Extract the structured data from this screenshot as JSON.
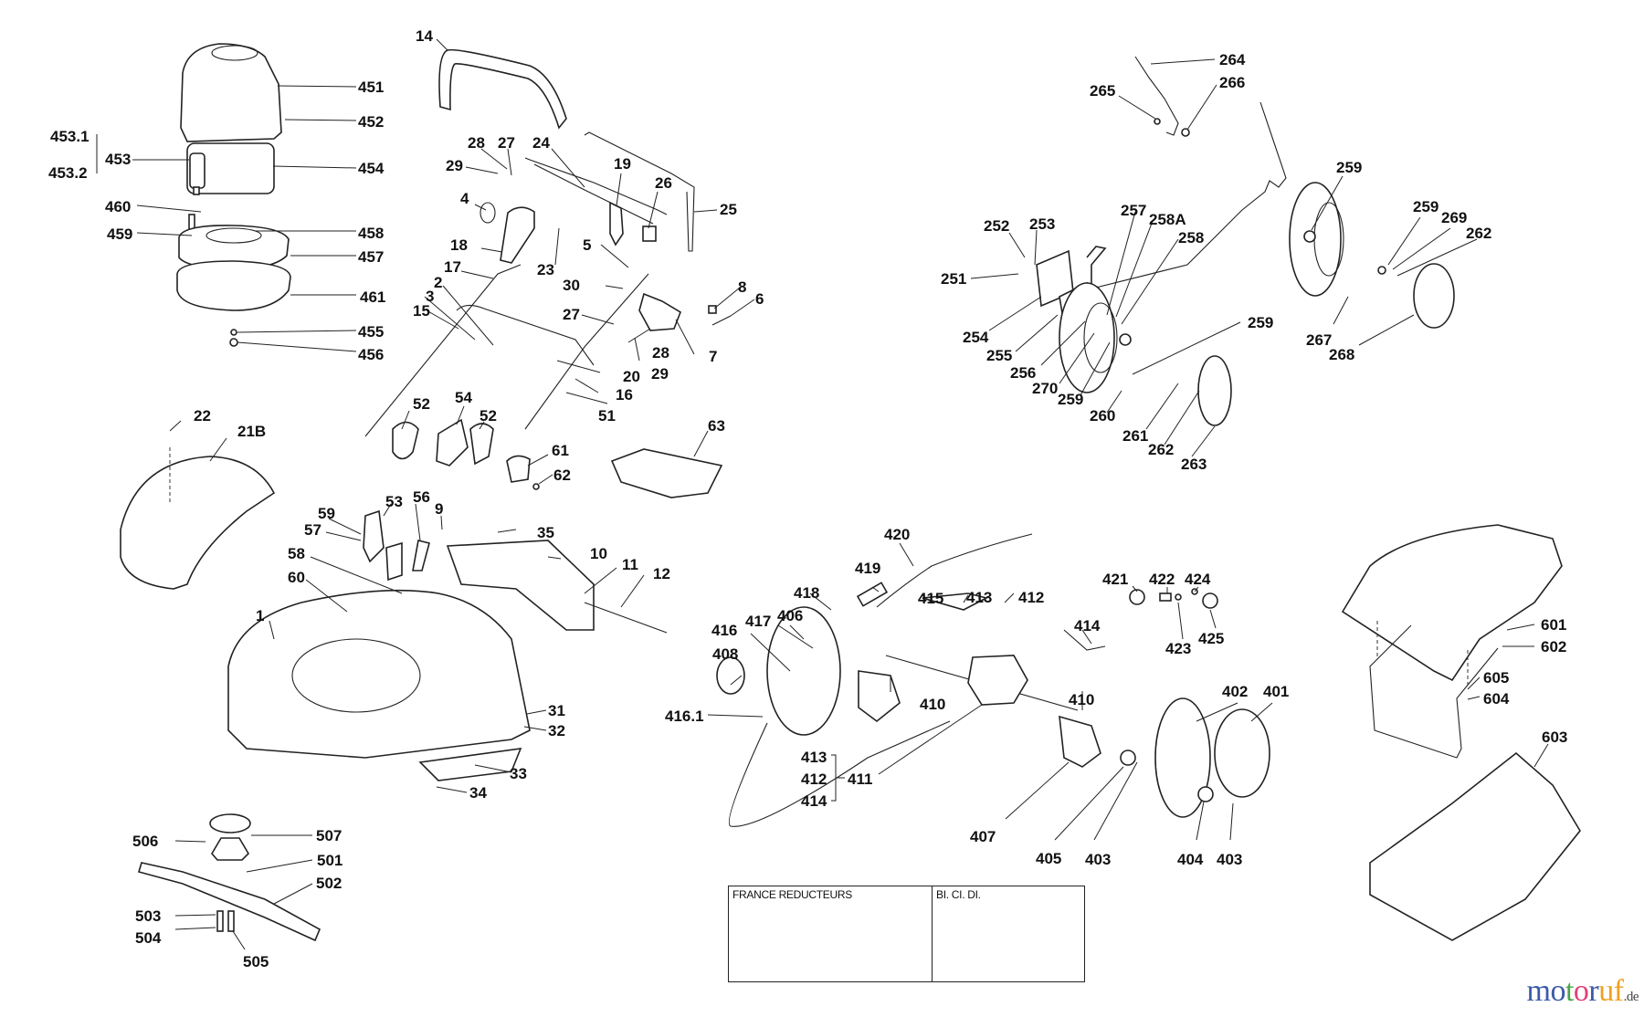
{
  "diagram": {
    "type": "exploded-parts-diagram",
    "subject": "electric self-propelled lawn mower",
    "groups": {
      "motor": [
        "451",
        "452",
        "453",
        "453.1",
        "453.2",
        "454",
        "455",
        "456",
        "457",
        "458",
        "459",
        "460",
        "461"
      ],
      "handle": [
        "2",
        "3",
        "4",
        "5",
        "6",
        "7",
        "8",
        "14",
        "15",
        "16",
        "17",
        "18",
        "19",
        "20",
        "23",
        "24",
        "25",
        "26",
        "27",
        "28",
        "29",
        "30",
        "51",
        "52",
        "54",
        "61",
        "62",
        "63"
      ],
      "deck": [
        "1",
        "9",
        "10",
        "11",
        "12",
        "21B",
        "22",
        "31",
        "32",
        "33",
        "34",
        "35",
        "53",
        "56",
        "57",
        "58",
        "59",
        "60"
      ],
      "blade": [
        "501",
        "502",
        "503",
        "504",
        "505",
        "506",
        "507"
      ],
      "front-wheels": [
        "251",
        "252",
        "253",
        "254",
        "255",
        "256",
        "257",
        "258",
        "258A",
        "259",
        "260",
        "261",
        "262",
        "263",
        "264",
        "265",
        "266",
        "270"
      ],
      "rear-wheel": [
        "259",
        "262",
        "267",
        "268",
        "269"
      ],
      "drive": [
        "401",
        "402",
        "403",
        "404",
        "405",
        "406",
        "407",
        "408",
        "410",
        "411",
        "412",
        "413",
        "414",
        "415",
        "416",
        "416.1",
        "417",
        "418",
        "419",
        "420",
        "421",
        "422",
        "423",
        "424",
        "425"
      ],
      "grass-bag": [
        "601",
        "602",
        "603",
        "604",
        "605"
      ]
    }
  },
  "labels": {
    "l451": "451",
    "l452": "452",
    "l4531": "453.1",
    "l453": "453",
    "l4532": "453.2",
    "l454": "454",
    "l460": "460",
    "l459": "459",
    "l458": "458",
    "l457": "457",
    "l461": "461",
    "l455": "455",
    "l456": "456",
    "l14": "14",
    "l28a": "28",
    "l27a": "27",
    "l24": "24",
    "l29a": "29",
    "l19": "19",
    "l26": "26",
    "l25": "25",
    "l4": "4",
    "l18": "18",
    "l23": "23",
    "l5": "5",
    "l17": "17",
    "l30": "30",
    "l8": "8",
    "l6": "6",
    "l2": "2",
    "l3": "3",
    "l15": "15",
    "l27b": "27",
    "l28b": "28",
    "l7": "7",
    "l29b": "29",
    "l20": "20",
    "l16": "16",
    "l52a": "52",
    "l54": "54",
    "l52b": "52",
    "l51": "51",
    "l61": "61",
    "l62": "62",
    "l63": "63",
    "l22": "22",
    "l21B": "21B",
    "l59": "59",
    "l53": "53",
    "l56": "56",
    "l9": "9",
    "l35": "35",
    "l57": "57",
    "l58": "58",
    "l10": "10",
    "l11": "11",
    "l12": "12",
    "l60": "60",
    "l1": "1",
    "l31": "31",
    "l32": "32",
    "l33": "33",
    "l34": "34",
    "l506": "506",
    "l507": "507",
    "l501": "501",
    "l502": "502",
    "l503": "503",
    "l504": "504",
    "l505": "505",
    "l264": "264",
    "l265": "265",
    "l266": "266",
    "l252": "252",
    "l253": "253",
    "l257": "257",
    "l258A": "258A",
    "l258": "258",
    "l251": "251",
    "l254": "254",
    "l255": "255",
    "l256": "256",
    "l270": "270",
    "l259a": "259",
    "l260": "260",
    "l259b": "259",
    "l261": "261",
    "l262a": "262",
    "l263": "263",
    "l259c": "259",
    "l259d": "259",
    "l269": "269",
    "l262b": "262",
    "l267": "267",
    "l268": "268",
    "l420": "420",
    "l419": "419",
    "l418": "418",
    "l415": "415",
    "l413a": "413",
    "l412a": "412",
    "l417": "417",
    "l406": "406",
    "l416": "416",
    "l408": "408",
    "l4161": "416.1",
    "l410a": "410",
    "l410b": "410",
    "l414a": "414",
    "l421": "421",
    "l422": "422",
    "l424": "424",
    "l423": "423",
    "l425": "425",
    "l413b": "413",
    "l412b": "412",
    "l411": "411",
    "l414b": "414",
    "l407": "407",
    "l405": "405",
    "l403a": "403",
    "l404": "404",
    "l403b": "403",
    "l402": "402",
    "l401": "401",
    "l601": "601",
    "l602": "602",
    "l605": "605",
    "l604": "604",
    "l603": "603"
  },
  "insets": {
    "left_title": "FRANCE REDUCTEURS",
    "right_title": "BI. CI. DI."
  },
  "watermark": {
    "letters": [
      "m",
      "o",
      "t",
      "o",
      "r",
      "u",
      "f"
    ],
    "colors": [
      "#3b5aa8",
      "#3b5aa8",
      "#4aa54a",
      "#e0407a",
      "#3b5aa8",
      "#f0a020",
      "#f0a020"
    ],
    "tld": ".de"
  }
}
